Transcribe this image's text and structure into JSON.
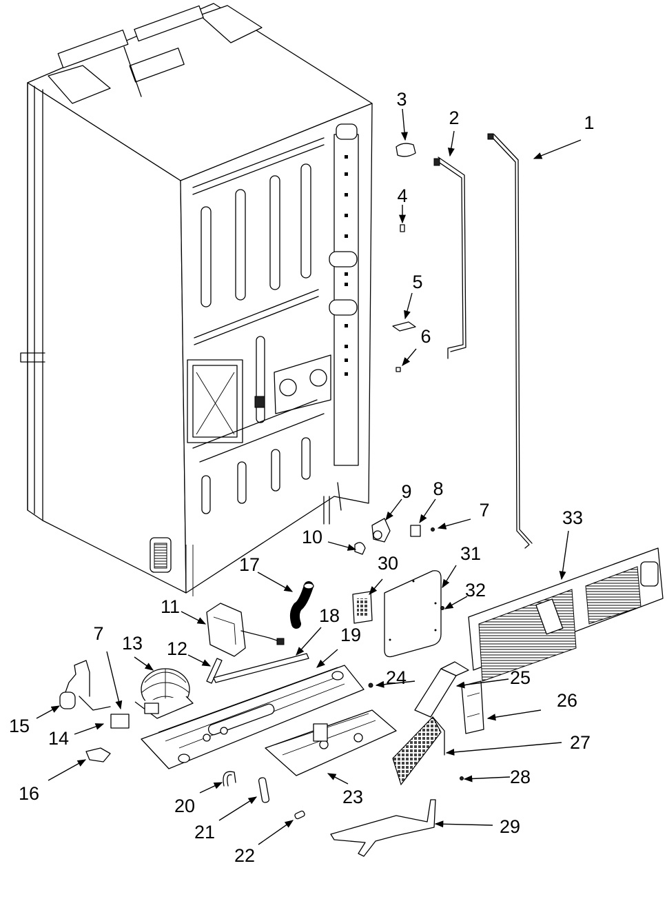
{
  "parts": [
    {
      "id": "1",
      "label": "1"
    },
    {
      "id": "2",
      "label": "2"
    },
    {
      "id": "3",
      "label": "3"
    },
    {
      "id": "4",
      "label": "4"
    },
    {
      "id": "5",
      "label": "5"
    },
    {
      "id": "6",
      "label": "6"
    },
    {
      "id": "7a",
      "label": "7"
    },
    {
      "id": "7b",
      "label": "7"
    },
    {
      "id": "8",
      "label": "8"
    },
    {
      "id": "9",
      "label": "9"
    },
    {
      "id": "10",
      "label": "10"
    },
    {
      "id": "11",
      "label": "11"
    },
    {
      "id": "12",
      "label": "12"
    },
    {
      "id": "13",
      "label": "13"
    },
    {
      "id": "14",
      "label": "14"
    },
    {
      "id": "15",
      "label": "15"
    },
    {
      "id": "16",
      "label": "16"
    },
    {
      "id": "17",
      "label": "17"
    },
    {
      "id": "18",
      "label": "18"
    },
    {
      "id": "19",
      "label": "19"
    },
    {
      "id": "20",
      "label": "20"
    },
    {
      "id": "21",
      "label": "21"
    },
    {
      "id": "22",
      "label": "22"
    },
    {
      "id": "23",
      "label": "23"
    },
    {
      "id": "24",
      "label": "24"
    },
    {
      "id": "25",
      "label": "25"
    },
    {
      "id": "26",
      "label": "26"
    },
    {
      "id": "27",
      "label": "27"
    },
    {
      "id": "28",
      "label": "28"
    },
    {
      "id": "29",
      "label": "29"
    },
    {
      "id": "30",
      "label": "30"
    },
    {
      "id": "31",
      "label": "31"
    },
    {
      "id": "32",
      "label": "32"
    },
    {
      "id": "33",
      "label": "33"
    }
  ]
}
